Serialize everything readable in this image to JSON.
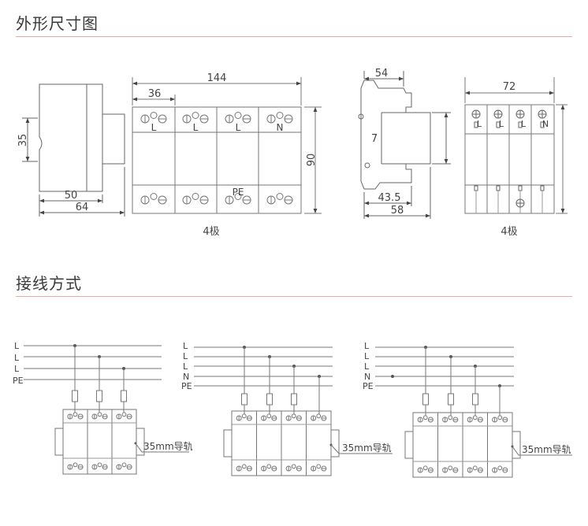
{
  "sections": {
    "dimensions_title": "外形尺寸图",
    "wiring_title": "接线方式"
  },
  "dimensions": {
    "side_left": {
      "height_35": "35",
      "width_50": "50",
      "width_64": "64"
    },
    "front": {
      "width_144": "144",
      "width_36": "36",
      "height_90": "90",
      "top_labels": [
        "L",
        "L",
        "L",
        "N"
      ],
      "bottom_label": "PE",
      "caption": "4极"
    },
    "side_right": {
      "width_54": "54",
      "height_7": "7",
      "width_43_5": "43.5",
      "width_58": "58"
    },
    "module_view": {
      "width_72": "72",
      "top_labels": [
        "L",
        "L",
        "L",
        "N"
      ],
      "caption": "4极"
    }
  },
  "wiring": {
    "rail_label": "35mm导轨",
    "diagram1": {
      "lines": [
        "L",
        "L",
        "L",
        "PE"
      ]
    },
    "diagram2": {
      "lines": [
        "L",
        "L",
        "L",
        "N",
        "PE"
      ]
    },
    "diagram3": {
      "lines": [
        "L",
        "L",
        "L",
        "N",
        "PE"
      ]
    }
  }
}
